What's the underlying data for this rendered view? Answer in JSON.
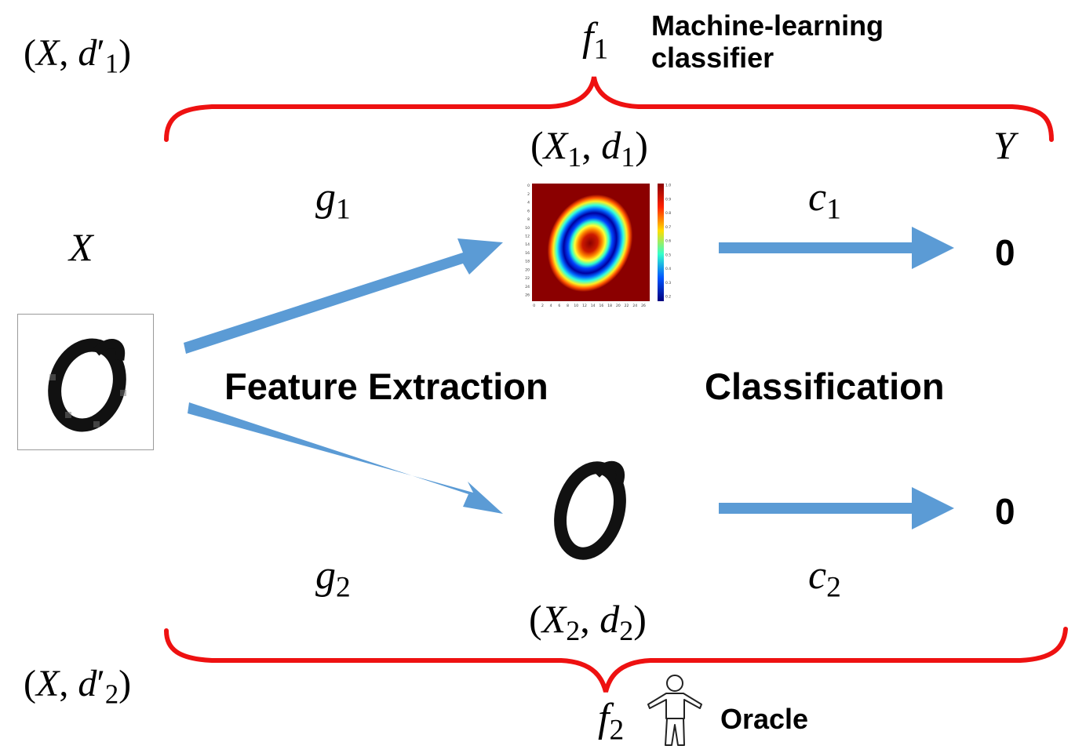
{
  "colors": {
    "brace": "#ee1111",
    "arrow": "#5b9bd5",
    "text": "#000000",
    "digit": "#111111",
    "heatmap_background": "#8b0000"
  },
  "top_left": {
    "open": "(",
    "var": "X",
    "comma": ",",
    "d": "d",
    "prime": "′",
    "sub": "1",
    "close": ")"
  },
  "bottom_left": {
    "open": "(",
    "var": "X",
    "comma": ",",
    "d": "d",
    "prime": "′",
    "sub": "2",
    "close": ")"
  },
  "f1": {
    "base": "f",
    "sub": "1"
  },
  "f2": {
    "base": "f",
    "sub": "2"
  },
  "classifier_label": {
    "line1": "Machine-learning",
    "line2": "classifier"
  },
  "oracle_label": "Oracle",
  "x1d1": {
    "open": "(",
    "x": "X",
    "xsub": "1",
    "comma": ",",
    "d": "d",
    "dsub": "1",
    "close": ")"
  },
  "x2d2": {
    "open": "(",
    "x": "X",
    "xsub": "2",
    "comma": ",",
    "d": "d",
    "dsub": "2",
    "close": ")"
  },
  "y_label": "Y",
  "x_label": "X",
  "g1": {
    "base": "g",
    "sub": "1"
  },
  "g2": {
    "base": "g",
    "sub": "2"
  },
  "c1": {
    "base": "c",
    "sub": "1"
  },
  "c2": {
    "base": "c",
    "sub": "2"
  },
  "output_top": "0",
  "output_bottom": "0",
  "feature_extraction": "Feature Extraction",
  "classification": "Classification",
  "heatmap": {
    "y_ticks": [
      "0",
      "2",
      "4",
      "6",
      "8",
      "10",
      "12",
      "14",
      "16",
      "18",
      "20",
      "22",
      "24",
      "26"
    ],
    "x_ticks": [
      "0",
      "2",
      "4",
      "6",
      "8",
      "10",
      "12",
      "14",
      "16",
      "18",
      "20",
      "22",
      "24",
      "26"
    ],
    "colorbar_ticks": [
      "1.0",
      "0.9",
      "0.8",
      "0.7",
      "0.6",
      "0.5",
      "0.4",
      "0.3",
      "0.2"
    ]
  },
  "icons": [
    "person-icon",
    "digit-zero-image",
    "heatmap-image"
  ]
}
